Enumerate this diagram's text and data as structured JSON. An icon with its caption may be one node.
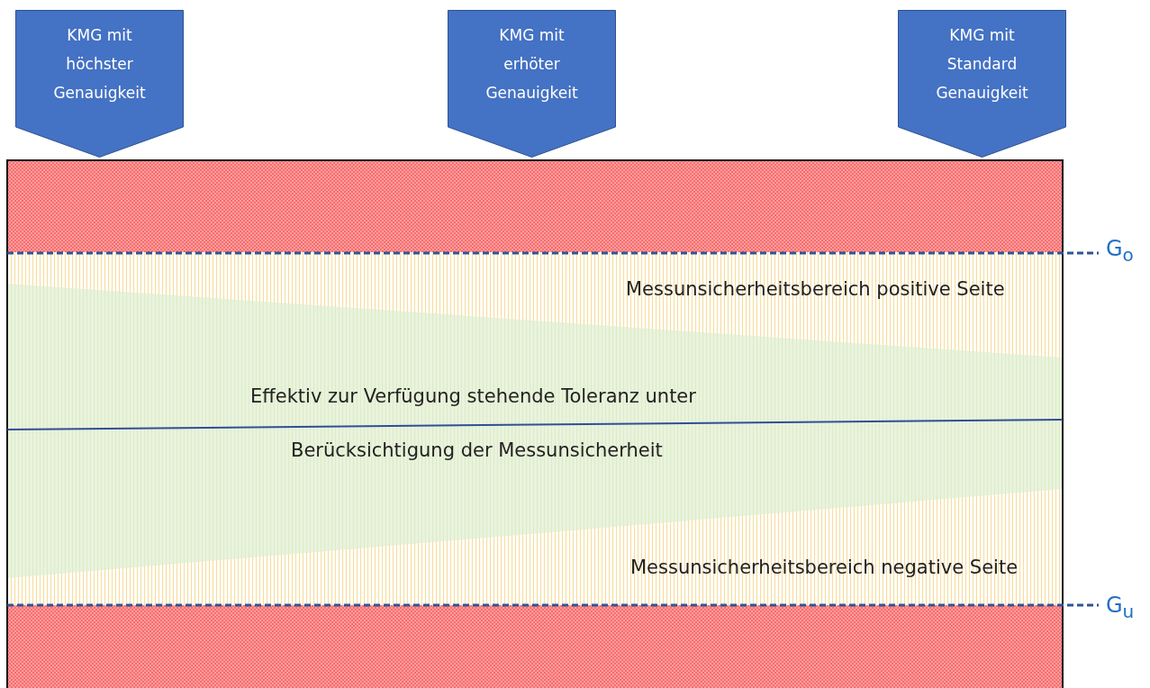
{
  "diagram": {
    "nodes": [
      {
        "text": [
          "KMG mit höchster Genauigkeit"
        ]
      },
      {
        "text": [
          "KMG mit erhöter Genauigkeit"
        ]
      },
      {
        "text": [
          "KMG mit Standard Genauigkeit"
        ]
      }
    ],
    "labels": [
      "G$_{o}$",
      "Messunsicherheitsbereich positive Seite",
      "Effektiv zur Verfügung stehende Toleranz unter",
      "Berücksichtigung der Messunsicherheit",
      "Messunsicherheitsbereich negative Seite",
      "G$_{u}$"
    ]
  }
}
